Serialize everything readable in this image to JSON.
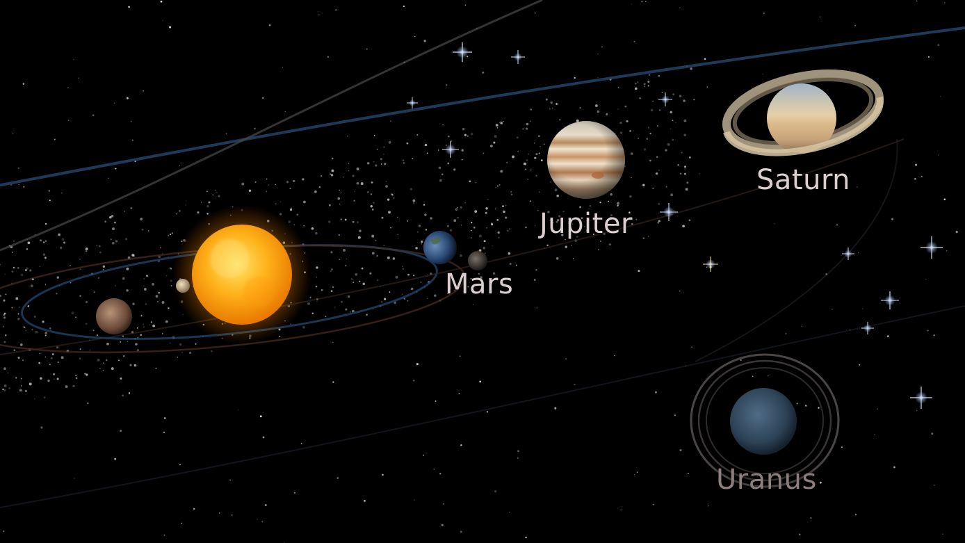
{
  "labels": {
    "jupiter": "Jupiter",
    "mars": "Mars",
    "saturn": "Saturn",
    "uranus": "Uranus"
  },
  "colors": {
    "background": "#000000",
    "label": "#dccfcf",
    "label_dim": "#8f7f7f",
    "sun": "#ffb21a",
    "orbit_blue": "#2a4d7a",
    "orbit_brown": "#5a3a2a"
  }
}
